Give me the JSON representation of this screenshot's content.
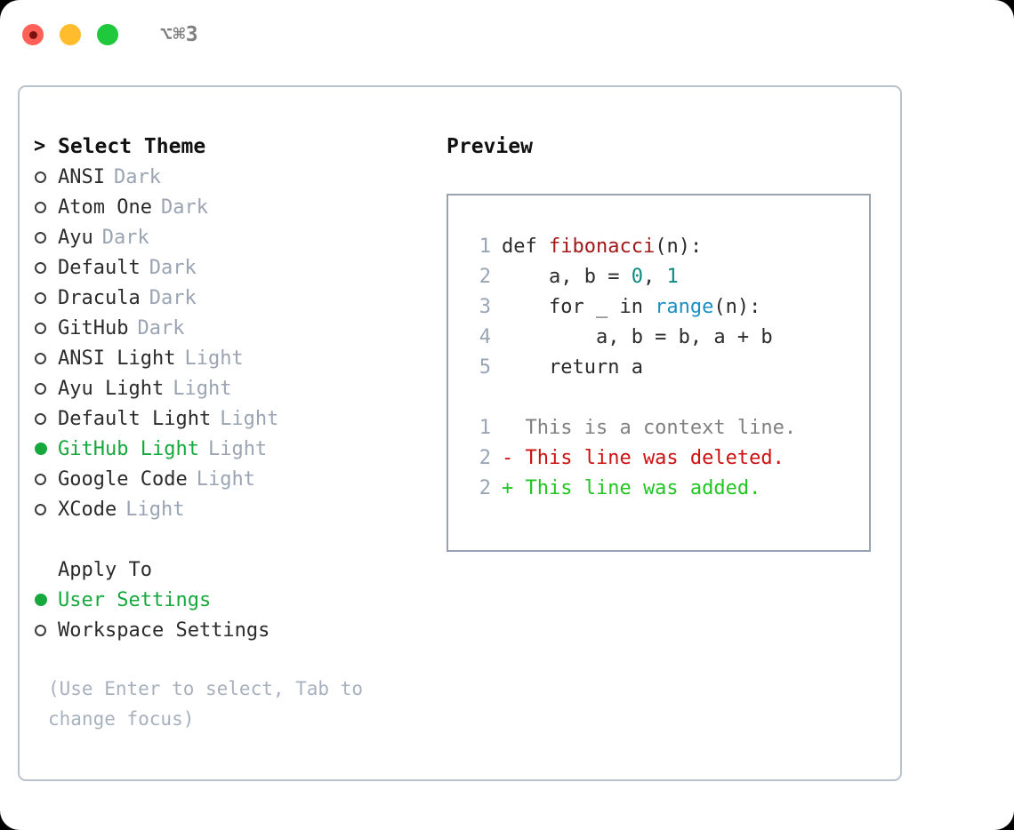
{
  "titlebar": {
    "lights": [
      {
        "name": "close",
        "color": "#ff6159"
      },
      {
        "name": "minimize",
        "color": "#ffbd2e"
      },
      {
        "name": "zoom",
        "color": "#1fc93b"
      }
    ],
    "shortcut": "⌥⌘3"
  },
  "theme_list": {
    "header_marker": ">",
    "header": "Select Theme",
    "items": [
      {
        "marker": "○",
        "label": "ANSI",
        "tag": "Dark",
        "selected": false
      },
      {
        "marker": "○",
        "label": "Atom One",
        "tag": "Dark",
        "selected": false
      },
      {
        "marker": "○",
        "label": "Ayu",
        "tag": "Dark",
        "selected": false
      },
      {
        "marker": "○",
        "label": "Default",
        "tag": "Dark",
        "selected": false
      },
      {
        "marker": "○",
        "label": "Dracula",
        "tag": "Dark",
        "selected": false
      },
      {
        "marker": "○",
        "label": "GitHub",
        "tag": "Dark",
        "selected": false
      },
      {
        "marker": "○",
        "label": "ANSI Light",
        "tag": "Light",
        "selected": false
      },
      {
        "marker": "○",
        "label": "Ayu Light",
        "tag": "Light",
        "selected": false
      },
      {
        "marker": "○",
        "label": "Default Light",
        "tag": "Light",
        "selected": false
      },
      {
        "marker": "●",
        "label": "GitHub Light",
        "tag": "Light",
        "selected": true
      },
      {
        "marker": "○",
        "label": "Google Code",
        "tag": "Light",
        "selected": false
      },
      {
        "marker": "○",
        "label": "XCode",
        "tag": "Light",
        "selected": false
      }
    ]
  },
  "apply_to": {
    "title": "Apply To",
    "items": [
      {
        "marker": "●",
        "label": "User Settings",
        "selected": true
      },
      {
        "marker": "○",
        "label": "Workspace Settings",
        "selected": false
      }
    ]
  },
  "hint": "(Use Enter to select, Tab to change focus)",
  "preview": {
    "title": "Preview",
    "code_lines": [
      {
        "no": "1",
        "segments": [
          {
            "text": "def ",
            "kind": "plain"
          },
          {
            "text": "fibonacci",
            "kind": "fn"
          },
          {
            "text": "(n):",
            "kind": "plain"
          }
        ]
      },
      {
        "no": "2",
        "segments": [
          {
            "text": "    a, b = ",
            "kind": "plain"
          },
          {
            "text": "0",
            "kind": "num"
          },
          {
            "text": ", ",
            "kind": "plain"
          },
          {
            "text": "1",
            "kind": "num"
          }
        ]
      },
      {
        "no": "3",
        "segments": [
          {
            "text": "    for _ in ",
            "kind": "plain"
          },
          {
            "text": "range",
            "kind": "call"
          },
          {
            "text": "(n):",
            "kind": "plain"
          }
        ]
      },
      {
        "no": "4",
        "segments": [
          {
            "text": "        a, b = b, a + b",
            "kind": "plain"
          }
        ]
      },
      {
        "no": "5",
        "segments": [
          {
            "text": "    return a",
            "kind": "plain"
          }
        ]
      }
    ],
    "diff_lines": [
      {
        "no": "1",
        "text": "  This is a context line.",
        "kind": "ctx"
      },
      {
        "no": "2",
        "text": "- This line was deleted.",
        "kind": "del"
      },
      {
        "no": "2",
        "text": "+ This line was added.",
        "kind": "add"
      }
    ]
  },
  "colors": {
    "accent_green": "#16a83c",
    "border": "#b9c2cd",
    "panel_border": "#97a3b3",
    "muted": "#9aa4b2",
    "diff_delete": "#cc1111",
    "diff_add": "#22c522",
    "syntax_function": "#a01818",
    "syntax_number": "#0b8a80",
    "syntax_call": "#1a8fc4"
  }
}
